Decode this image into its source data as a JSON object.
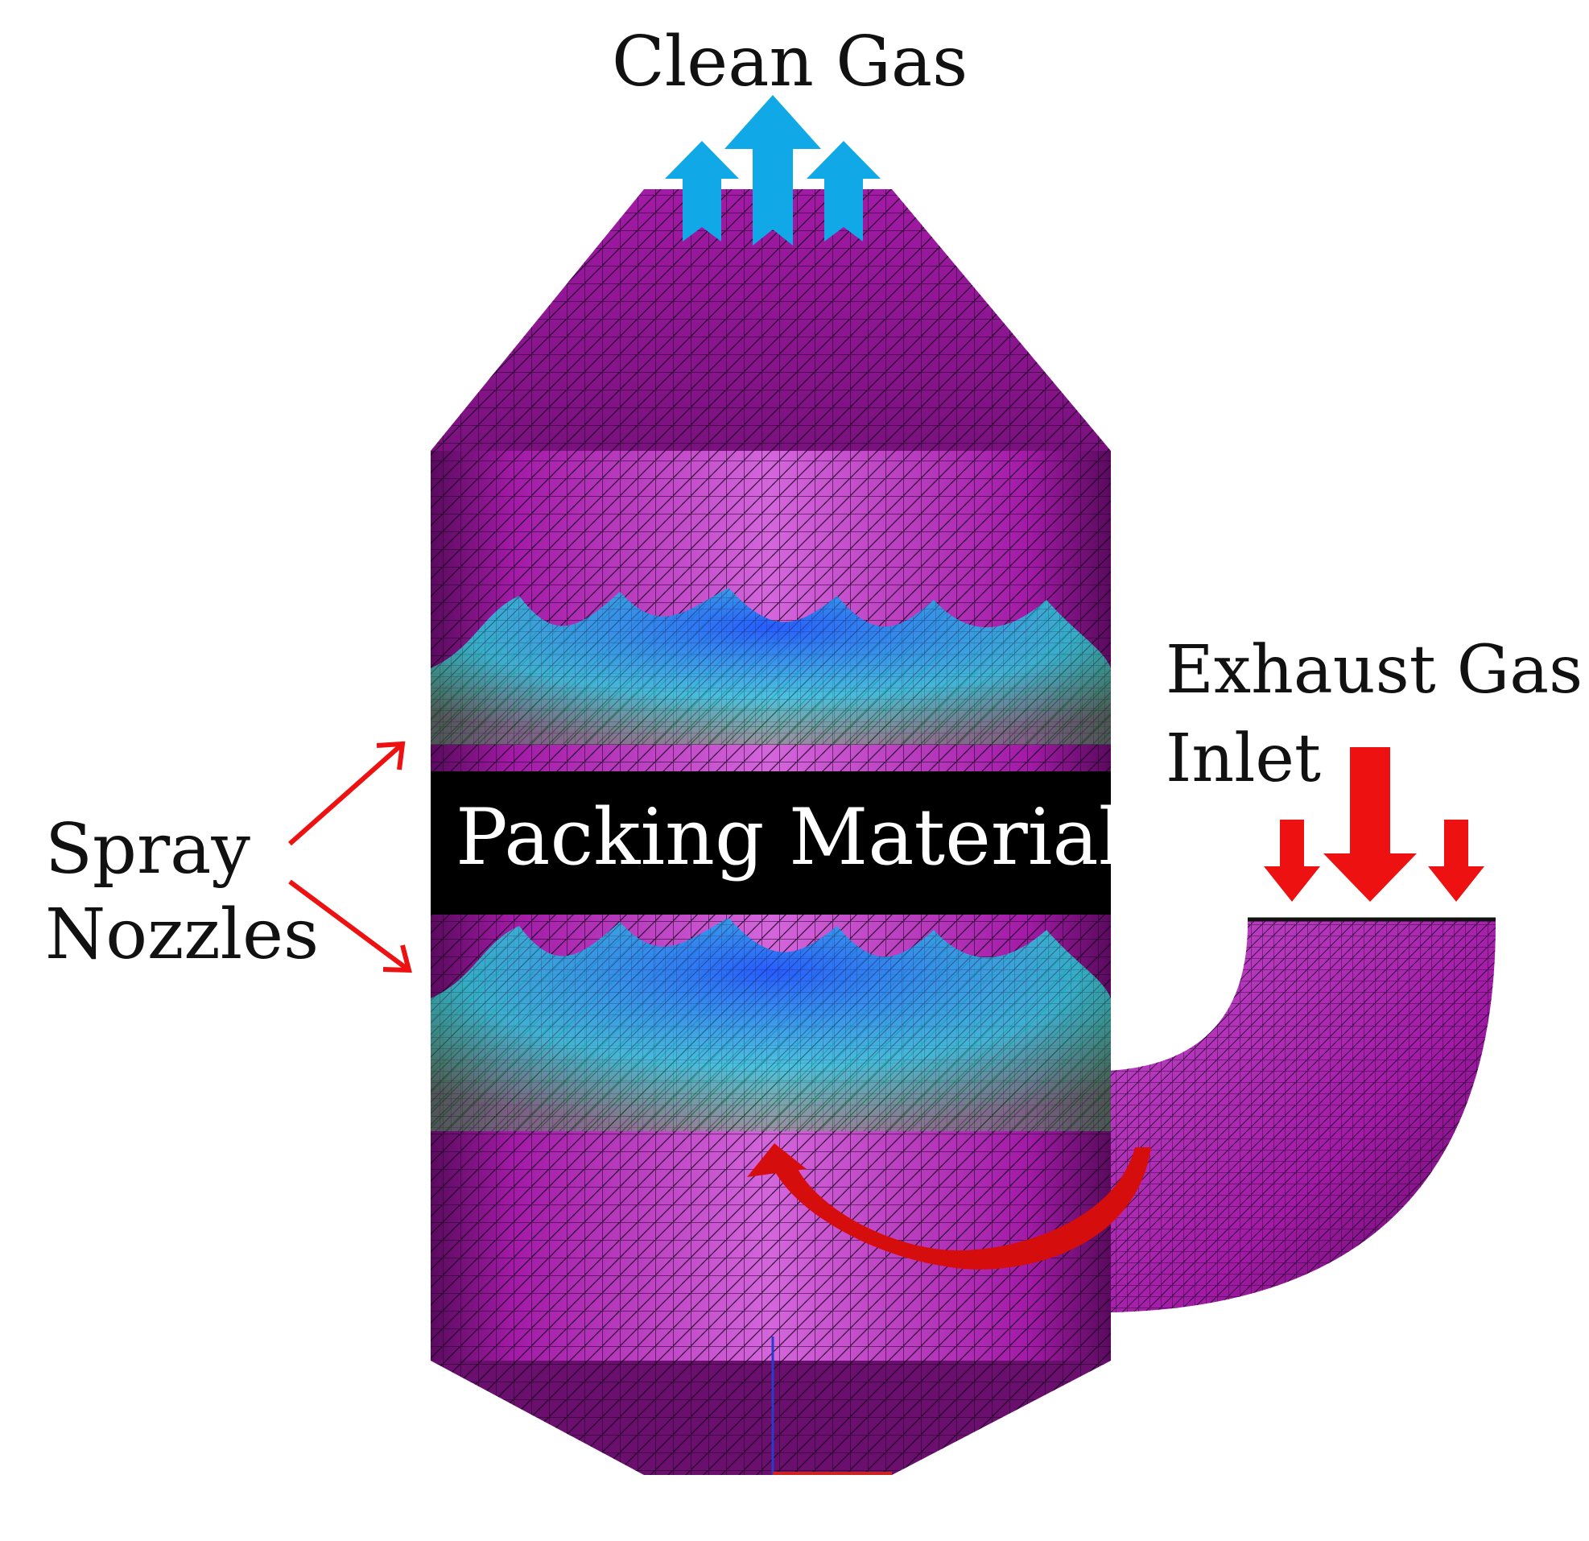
{
  "labels": {
    "clean_gas": "Clean Gas",
    "exhaust_line1": "Exhaust Gas",
    "exhaust_line2": "Inlet",
    "spray_line1": "Spray",
    "spray_line2": "Nozzles",
    "packing": "Packing Materials"
  },
  "colors": {
    "vessel": "#a21aa6",
    "vessel_light": "#d466dc",
    "vessel_dark": "#5a0a5e",
    "mesh_line": "#1a0320",
    "packing_band": "#000000",
    "clean_gas_arrow": "#10a8e6",
    "exhaust_arrow": "#ee1111",
    "spray_blue": "#1e5cff",
    "spray_cyan": "#20e0e0",
    "spray_green": "#30e040"
  },
  "icons": {
    "clean_gas": "up-arrow-icon",
    "exhaust": "down-arrow-icon",
    "spray_pointer": "arrow-icon",
    "flow": "curved-arrow-icon"
  }
}
